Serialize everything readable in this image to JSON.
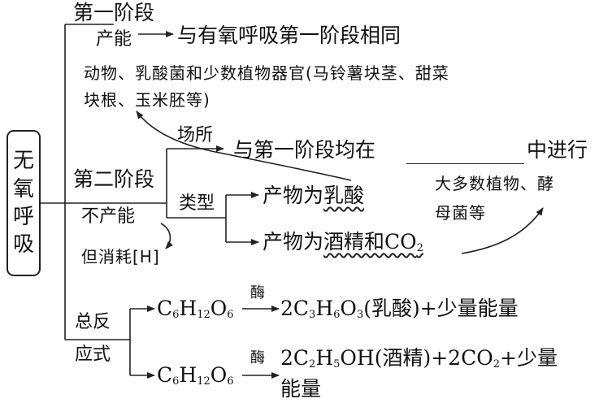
{
  "center_label": "无氧呼吸",
  "stage1": {
    "title": "第一阶段",
    "energy_label": "产能",
    "energy_text": "与有氧呼吸第一阶段相同",
    "note_line1": "动物、乳酸菌和少数植物器官(马铃薯块茎、甜菜",
    "note_line2": "块根、玉米胚等)"
  },
  "stage2": {
    "title": "第二阶段",
    "site_label": "场所",
    "site_text_before": "与第一阶段均在",
    "site_text_after": "中进行",
    "no_energy": "不产能",
    "consume_note": "但消耗[H]",
    "type_label": "类型",
    "type1_prefix": "产物为",
    "type1_product": "乳酸",
    "type2_prefix": "产物为",
    "type2_product_a": "酒精和CO",
    "type2_product_sub": "2",
    "organisms_line1": "大多数植物、酵",
    "organisms_line2": "母菌等"
  },
  "overall": {
    "label_line1": "总反",
    "label_line2": "应式",
    "enzyme": "酶",
    "r1_reactant": {
      "a": "C",
      "s1": "6",
      "b": "H",
      "s2": "12",
      "c": "O",
      "s3": "6"
    },
    "r1_product": {
      "a": "2C",
      "s1": "3",
      "b": "H",
      "s2": "6",
      "c": "O",
      "s3": "3",
      "d": "(乳酸)+少量能量"
    },
    "r2_reactant": {
      "a": "C",
      "s1": "6",
      "b": "H",
      "s2": "12",
      "c": "O",
      "s3": "6"
    },
    "r2_product": {
      "a": "2C",
      "s1": "2",
      "b": "H",
      "s2": "5",
      "c": "OH(酒精)+2CO",
      "s3": "2",
      "d": "+少量"
    },
    "r2_product_line2": "能量"
  }
}
